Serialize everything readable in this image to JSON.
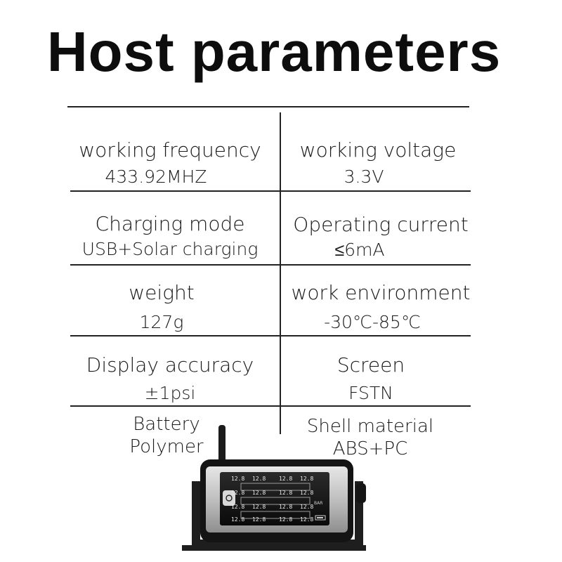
{
  "title": "Host parameters",
  "rows": [
    {
      "left_label": "working frequency",
      "left_value": "433.92MHZ",
      "right_label": "working voltage",
      "right_value": "3.3V"
    },
    {
      "left_label": "Charging mode",
      "left_value": "USB+Solar charging",
      "right_label": "Operating current",
      "right_value": "≤6mA"
    },
    {
      "left_label": "weight",
      "left_value": "127g",
      "right_label": "work environment",
      "right_value": "-30℃-85℃"
    },
    {
      "left_label": "Display accuracy",
      "left_value": "±1psi",
      "right_label": "Screen",
      "right_value": "FSTN"
    },
    {
      "left_label": "Battery",
      "left_value": "Polymer",
      "right_label": "Shell material",
      "right_value": "ABS+PC"
    }
  ],
  "device_screen": {
    "readings": [
      "12.8",
      "12.8",
      "12.8",
      "12.8",
      "12.8",
      "12.8",
      "12.8",
      "12.8",
      "12.8",
      "12.8",
      "12.8",
      "12.8",
      "12.8",
      "12.8",
      "12.8",
      "12.8"
    ],
    "unit": "BAR"
  }
}
